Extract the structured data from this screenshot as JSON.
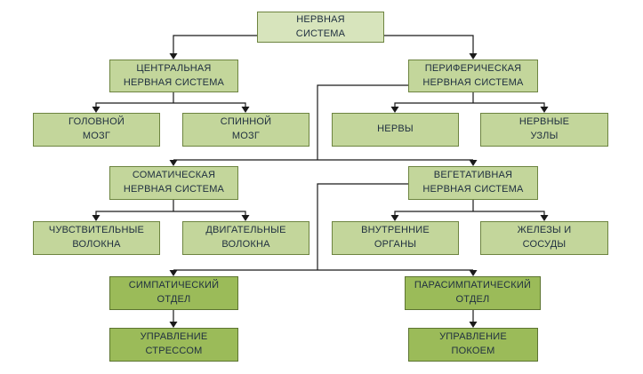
{
  "palette": {
    "background": "#ffffff",
    "node_fill_top": "#d7e4bc",
    "node_fill_light": "#c3d69b",
    "node_fill_dark": "#9bbb59",
    "node_border": "#6d8440",
    "node_border_dark": "#5c7430",
    "connector": "#1a1a1a",
    "text": "#203040"
  },
  "nodes": {
    "root": {
      "label": "НЕРВНАЯ\nСИСТЕМА"
    },
    "central": {
      "label": "ЦЕНТРАЛЬНАЯ\nНЕРВНАЯ СИСТЕМА"
    },
    "peripheral": {
      "label": "ПЕРИФЕРИЧЕСКАЯ\nНЕРВНАЯ СИСТЕМА"
    },
    "brain": {
      "label": "ГОЛОВНОЙ\nМОЗГ"
    },
    "spinal_cord": {
      "label": "СПИННОЙ\nМОЗГ"
    },
    "nerves": {
      "label": "НЕРВЫ"
    },
    "ganglia": {
      "label": "НЕРВНЫЕ\nУЗЛЫ"
    },
    "somatic": {
      "label": "СОМАТИЧЕСКАЯ\nНЕРВНАЯ СИСТЕМА"
    },
    "autonomic": {
      "label": "ВЕГЕТАТИВНАЯ\nНЕРВНАЯ СИСТЕМА"
    },
    "sensory_fibers": {
      "label": "ЧУВСТВИТЕЛЬНЫЕ\nВОЛОКНА"
    },
    "motor_fibers": {
      "label": "ДВИГАТЕЛЬНЫЕ\nВОЛОКНА"
    },
    "internal_organs": {
      "label": "ВНУТРЕННИЕ\nОРГАНЫ"
    },
    "glands_vessels": {
      "label": "ЖЕЛЕЗЫ И\nСОСУДЫ"
    },
    "sympathetic": {
      "label": "СИМПАТИЧЕСКИЙ\nОТДЕЛ"
    },
    "parasympathetic": {
      "label": "ПАРАСИМПАТИЧЕСКИЙ\nОТДЕЛ"
    },
    "stress_control": {
      "label": "УПРАВЛЕНИЕ\nСТРЕССОМ"
    },
    "rest_control": {
      "label": "УПРАВЛЕНИЕ\nПОКОЕМ"
    }
  }
}
